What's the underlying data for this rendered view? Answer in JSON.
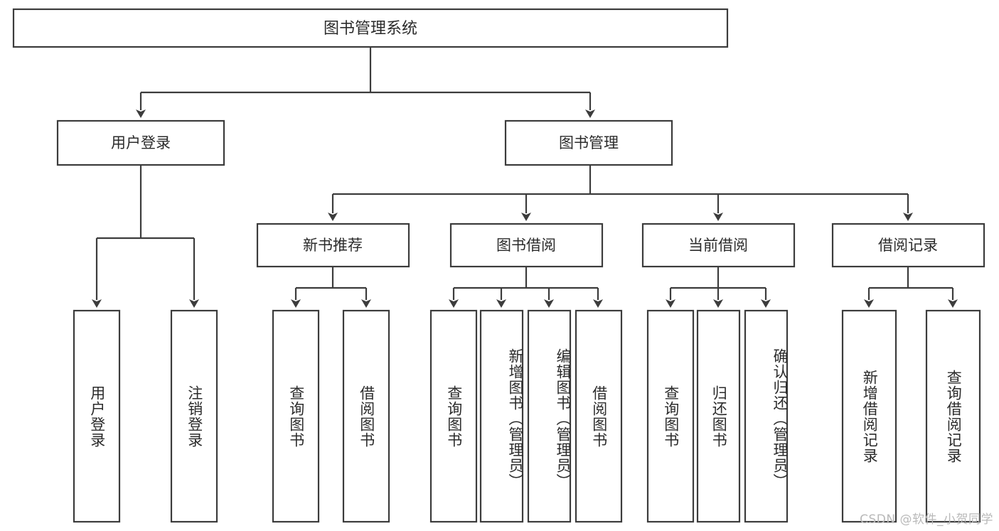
{
  "diagram": {
    "title": "图书管理系统",
    "type": "hierarchy-tree",
    "orientation": "top-down",
    "colors": {
      "box_fill": "#ffffff",
      "box_stroke": "#3c3c3c",
      "connector": "#3c3c3c",
      "text": "#2b2b2b",
      "background": "#ffffff",
      "watermark": "#b9b9b9"
    },
    "levels": {
      "root": {
        "label": "图书管理系统"
      },
      "level2": [
        {
          "label": "用户登录"
        },
        {
          "label": "图书管理"
        }
      ],
      "level3": [
        {
          "label": "新书推荐"
        },
        {
          "label": "图书借阅"
        },
        {
          "label": "当前借阅"
        },
        {
          "label": "借阅记录"
        }
      ],
      "leaves": {
        "user_login": [
          {
            "label": "用户登录"
          },
          {
            "label": "注销登录"
          }
        ],
        "new_book_recommend": [
          {
            "label": "查询图书"
          },
          {
            "label": "借阅图书"
          }
        ],
        "book_borrow": [
          {
            "label": "查询图书"
          },
          {
            "label": "新增图书（管理员）"
          },
          {
            "label": "编辑图书（管理员）"
          },
          {
            "label": "借阅图书"
          }
        ],
        "current_borrow": [
          {
            "label": "查询图书"
          },
          {
            "label": "归还图书"
          },
          {
            "label": "确认归还（管理员）"
          }
        ],
        "borrow_record": [
          {
            "label": "新增借阅记录"
          },
          {
            "label": "查询借阅记录"
          }
        ]
      }
    }
  },
  "watermark": {
    "text": "CSDN @软件_小贺同学"
  }
}
